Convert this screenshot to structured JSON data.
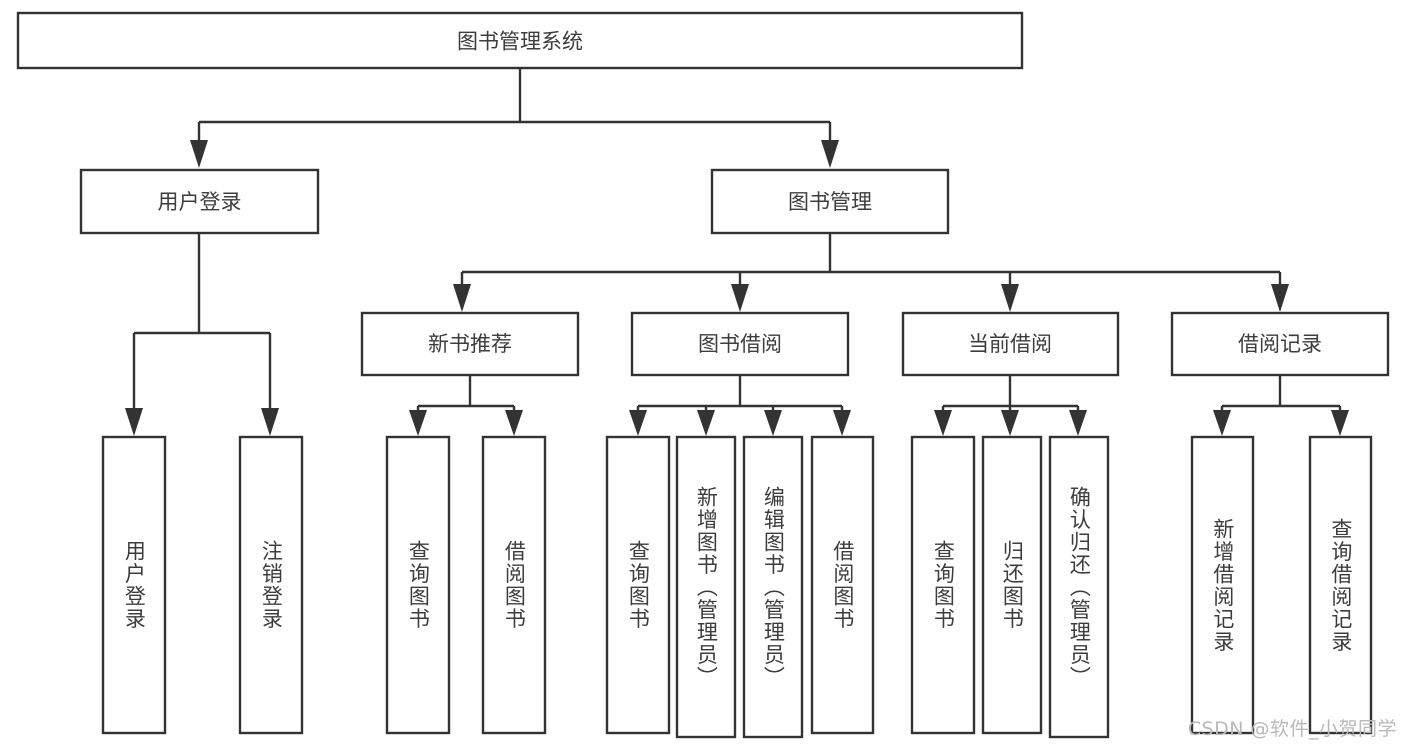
{
  "diagram": {
    "title": "图书管理系统",
    "root": {
      "label": "图书管理系统"
    },
    "level2": [
      {
        "label": "用户登录"
      },
      {
        "label": "图书管理"
      }
    ],
    "level3": [
      {
        "label": "新书推荐"
      },
      {
        "label": "图书借阅"
      },
      {
        "label": "当前借阅"
      },
      {
        "label": "借阅记录"
      }
    ],
    "leaves": {
      "user_login": [
        {
          "label": "用户登录"
        },
        {
          "label": "注销登录"
        }
      ],
      "new_book_recommend": [
        {
          "label": "查询图书"
        },
        {
          "label": "借阅图书"
        }
      ],
      "book_borrow": [
        {
          "label": "查询图书"
        },
        {
          "label": "新增图书（管理员）"
        },
        {
          "label": "编辑图书（管理员）"
        },
        {
          "label": "借阅图书"
        }
      ],
      "current_borrow": [
        {
          "label": "查询图书"
        },
        {
          "label": "归还图书"
        },
        {
          "label": "确认归还（管理员）"
        }
      ],
      "borrow_record": [
        {
          "label": "新增借阅记录"
        },
        {
          "label": "查询借阅记录"
        }
      ]
    }
  },
  "watermark": {
    "text": "CSDN @软件_小贺同学"
  },
  "colors": {
    "stroke": "#333333",
    "text": "#3d3d3d",
    "background": "#ffffff",
    "watermark": "#b9b9b9"
  }
}
